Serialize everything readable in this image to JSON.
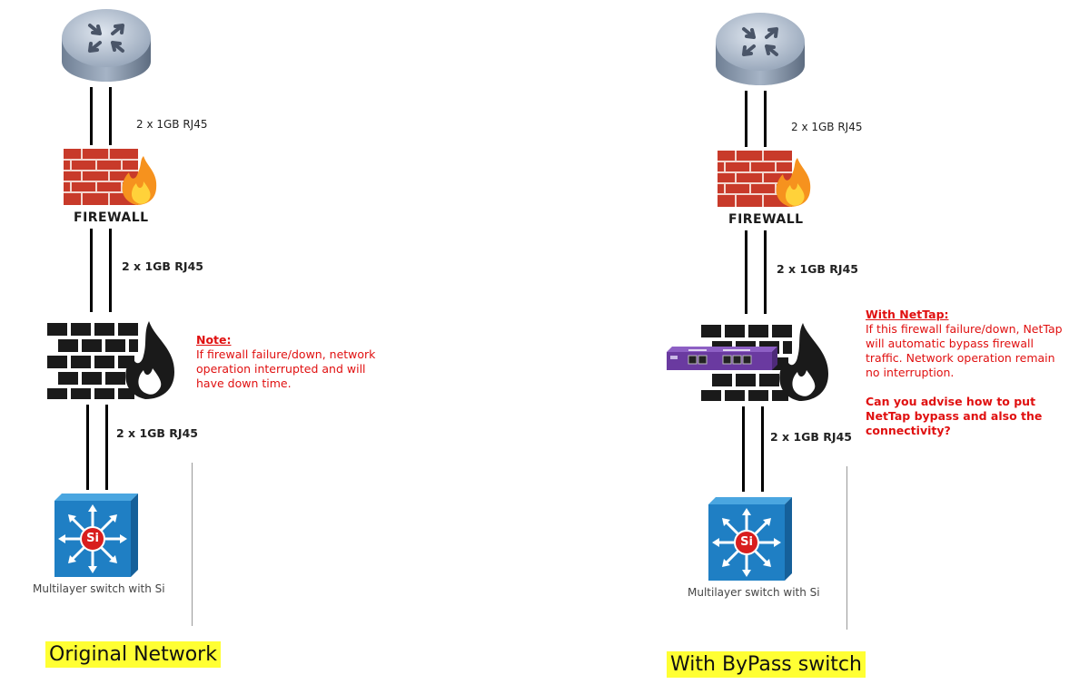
{
  "left": {
    "link1": "2 x 1GB RJ45",
    "firewall_caption": "FIREWALL",
    "link2": "2 x 1GB RJ45",
    "link3": "2 x 1GB RJ45",
    "note_head": "Note:",
    "note_body": "If firewall failure/down, network operation interrupted and will have down time.",
    "switch_caption": "Multilayer switch with Si",
    "si_label": "Si",
    "banner": "Original Network"
  },
  "right": {
    "link1": "2 x 1GB RJ45",
    "firewall_caption": "FIREWALL",
    "link2": "2 x 1GB RJ45",
    "link3": "2 x 1GB RJ45",
    "note_head": "With NetTap:",
    "note_body": "If this firewall failure/down, NetTap will automatic bypass firewall traffic. Network operation remain no interruption.",
    "question": "Can you advise how to put NetTap bypass and also the connectivity?",
    "switch_caption": "Multilayer switch with Si",
    "si_label": "Si",
    "banner": "With ByPass switch"
  },
  "colors": {
    "note_red": "#e01010",
    "banner_yellow": "#ffff33",
    "switch_blue": "#1f7fc4",
    "si_red": "#d81e1e",
    "router_gray": "#8a9bb0",
    "brick_red": "#c83a2a",
    "nettap_purple": "#6a3aa0"
  },
  "icons": [
    "router-icon",
    "firewall-brick-icon",
    "firewall-black-icon",
    "nettap-device-icon",
    "multilayer-switch-icon"
  ]
}
